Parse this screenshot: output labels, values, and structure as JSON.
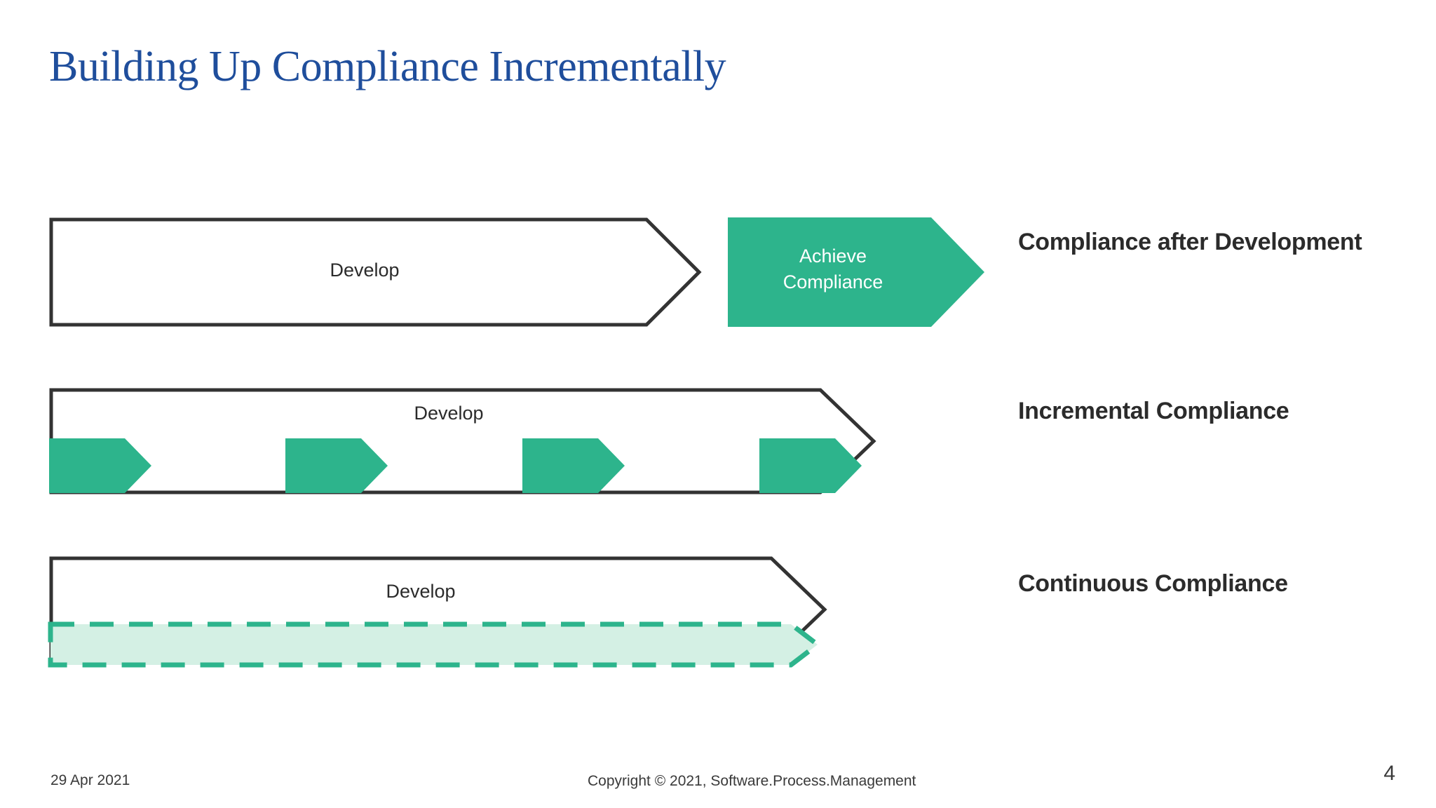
{
  "slide": {
    "title": "Building Up Compliance Incrementally",
    "title_color": "#1F4E9C",
    "background": "#ffffff",
    "accent_green": "#2DB48C",
    "accent_green_light": "#D4F0E4",
    "outline_color": "#333333",
    "label_color": "#2B2B2B"
  },
  "rows": [
    {
      "label": "Compliance after Development",
      "develop_label": "Develop",
      "achieve_label_line1": "Achieve",
      "achieve_label_line2": "Compliance"
    },
    {
      "label": "Incremental Compliance",
      "develop_label": "Develop",
      "increment_count": 4
    },
    {
      "label": "Continuous Compliance",
      "develop_label": "Develop"
    }
  ],
  "footer": {
    "date": "29 Apr 2021",
    "copyright": "Copyright © 2021, Software.Process.Management",
    "page_number": "4"
  }
}
